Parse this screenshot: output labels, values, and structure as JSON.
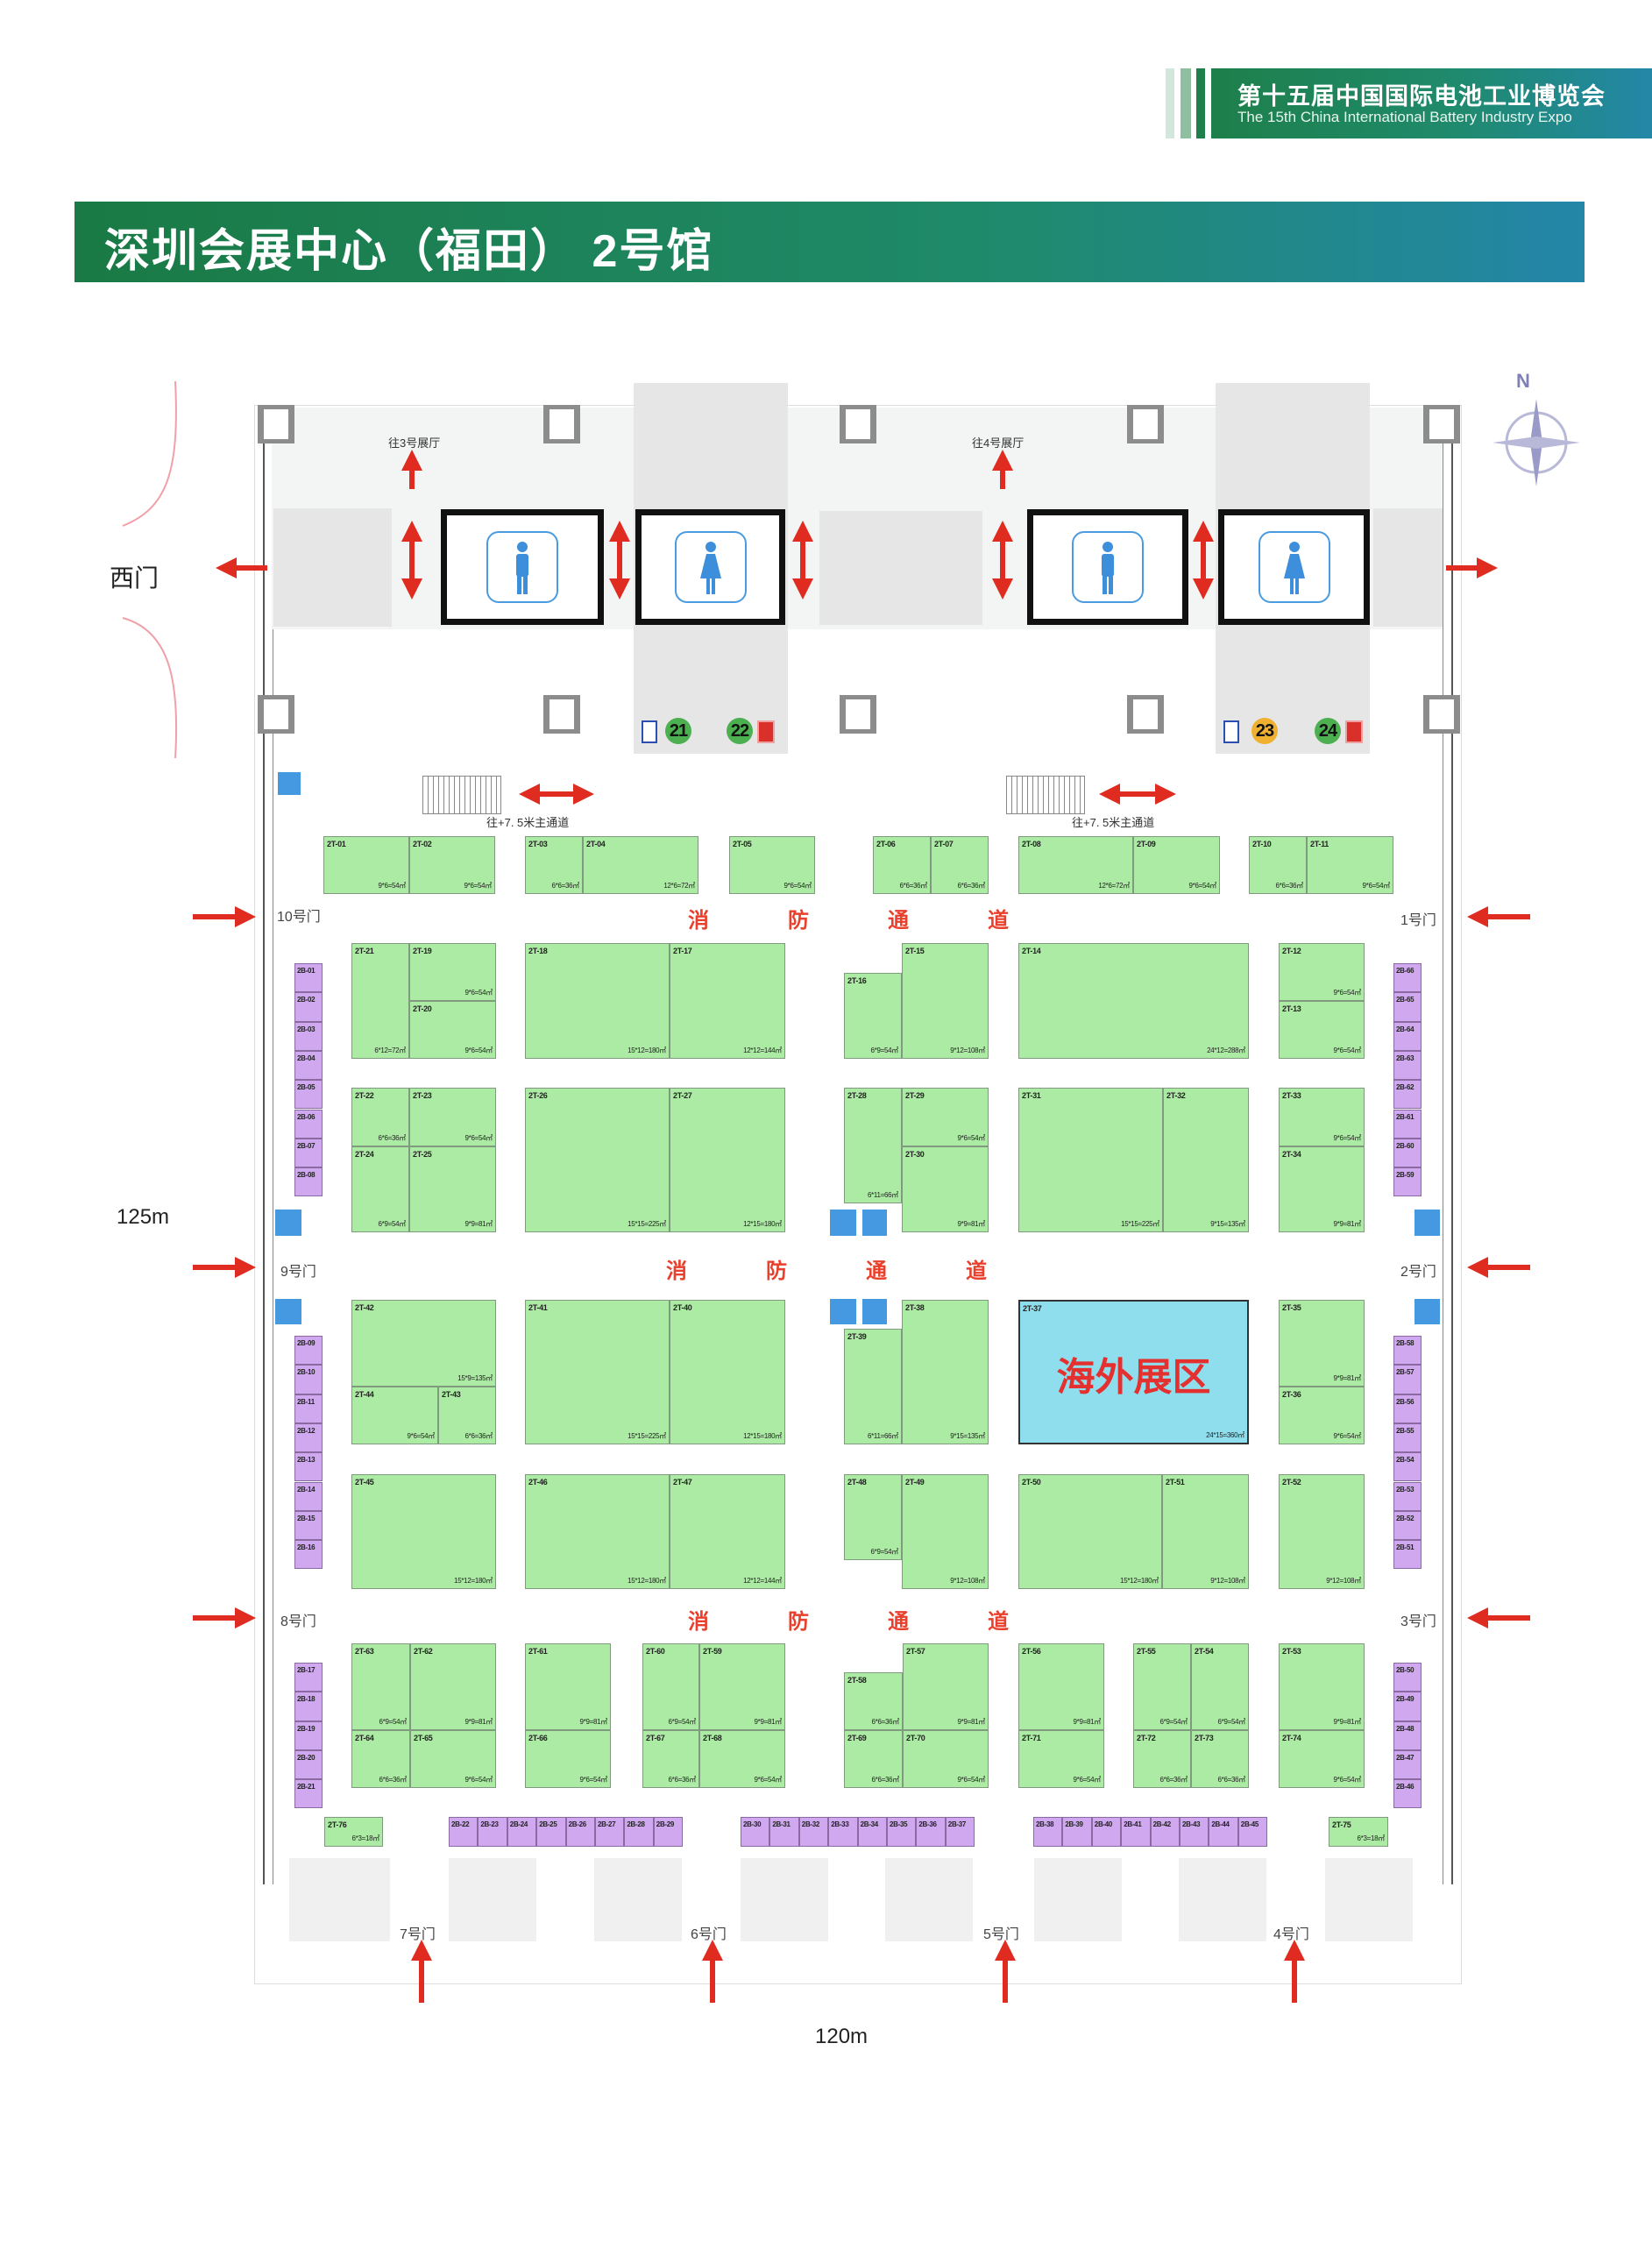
{
  "expo": {
    "name_cn": "第十五届中国国际电池工业博览会",
    "name_en": "The 15th China International Battery Industry Expo"
  },
  "title": "深圳会展中心（福田）  2号馆",
  "map": {
    "to_hall3": "往3号展厅",
    "to_hall4": "往4号展厅",
    "west_gate": "西门",
    "main_passage": "往+7. 5米主通道",
    "fire_lane": "消防通道",
    "overseas_zone": "海外展区",
    "width_label": "120m",
    "height_label": "125m",
    "compass": "N",
    "facilities": [
      "21",
      "22",
      "23",
      "24"
    ],
    "doors": {
      "d1": "1号门",
      "d2": "2号门",
      "d3": "3号门",
      "d4": "4号门",
      "d5": "5号门",
      "d6": "6号门",
      "d7": "7号门",
      "d8": "8号门",
      "d9": "9号门",
      "d10": "10号门"
    },
    "colors": {
      "standard_booth": "#abeba3",
      "b_booth": "#cfa8f0",
      "overseas": "#8fdeed",
      "arrow": "#e02b20",
      "facility_green": "#4caf50",
      "facility_orange": "#f0b030"
    }
  },
  "booths": [
    {
      "id": "2T-01",
      "size": "9*6=54㎡"
    },
    {
      "id": "2T-02",
      "size": "9*6=54㎡"
    },
    {
      "id": "2T-03",
      "size": "6*6=36㎡"
    },
    {
      "id": "2T-04",
      "size": "12*6=72㎡"
    },
    {
      "id": "2T-05",
      "size": "9*6=54㎡"
    },
    {
      "id": "2T-06",
      "size": "6*6=36㎡"
    },
    {
      "id": "2T-07",
      "size": "6*6=36㎡"
    },
    {
      "id": "2T-08",
      "size": "12*6=72㎡"
    },
    {
      "id": "2T-09",
      "size": "9*6=54㎡"
    },
    {
      "id": "2T-10",
      "size": "6*6=36㎡"
    },
    {
      "id": "2T-11",
      "size": "9*6=54㎡"
    },
    {
      "id": "2T-12",
      "size": "9*6=54㎡"
    },
    {
      "id": "2T-13",
      "size": "9*6=54㎡"
    },
    {
      "id": "2T-14",
      "size": "24*12=288㎡"
    },
    {
      "id": "2T-15",
      "size": "9*12=108㎡"
    },
    {
      "id": "2T-16",
      "size": "6*9=54㎡"
    },
    {
      "id": "2T-17",
      "size": "12*12=144㎡"
    },
    {
      "id": "2T-18",
      "size": "15*12=180㎡"
    },
    {
      "id": "2T-19",
      "size": "9*6=54㎡"
    },
    {
      "id": "2T-20",
      "size": "9*6=54㎡"
    },
    {
      "id": "2T-21",
      "size": "6*12=72㎡"
    },
    {
      "id": "2T-22",
      "size": "6*6=36㎡"
    },
    {
      "id": "2T-23",
      "size": "9*6=54㎡"
    },
    {
      "id": "2T-24",
      "size": "6*9=54㎡"
    },
    {
      "id": "2T-25",
      "size": "9*9=81㎡"
    },
    {
      "id": "2T-26",
      "size": "15*15=225㎡"
    },
    {
      "id": "2T-27",
      "size": "12*15=180㎡"
    },
    {
      "id": "2T-28",
      "size": "6*11=66㎡"
    },
    {
      "id": "2T-29",
      "size": "9*6=54㎡"
    },
    {
      "id": "2T-30",
      "size": "9*9=81㎡"
    },
    {
      "id": "2T-31",
      "size": "15*15=225㎡"
    },
    {
      "id": "2T-32",
      "size": "9*15=135㎡"
    },
    {
      "id": "2T-33",
      "size": "9*6=54㎡"
    },
    {
      "id": "2T-34",
      "size": "9*9=81㎡"
    },
    {
      "id": "2T-35",
      "size": "9*9=81㎡"
    },
    {
      "id": "2T-36",
      "size": "9*6=54㎡"
    },
    {
      "id": "2T-37",
      "size": "24*15=360㎡"
    },
    {
      "id": "2T-38",
      "size": "9*15=135㎡"
    },
    {
      "id": "2T-39",
      "size": "6*11=66㎡"
    },
    {
      "id": "2T-40",
      "size": "12*15=180㎡"
    },
    {
      "id": "2T-41",
      "size": "15*15=225㎡"
    },
    {
      "id": "2T-42",
      "size": "15*9=135㎡"
    },
    {
      "id": "2T-43",
      "size": "6*6=36㎡"
    },
    {
      "id": "2T-44",
      "size": "9*6=54㎡"
    },
    {
      "id": "2T-45",
      "size": "15*12=180㎡"
    },
    {
      "id": "2T-46",
      "size": "15*12=180㎡"
    },
    {
      "id": "2T-47",
      "size": "12*12=144㎡"
    },
    {
      "id": "2T-48",
      "size": "6*9=54㎡"
    },
    {
      "id": "2T-49",
      "size": "9*12=108㎡"
    },
    {
      "id": "2T-50",
      "size": "15*12=180㎡"
    },
    {
      "id": "2T-51",
      "size": "9*12=108㎡"
    },
    {
      "id": "2T-52",
      "size": "9*12=108㎡"
    },
    {
      "id": "2T-53",
      "size": "9*9=81㎡"
    },
    {
      "id": "2T-54",
      "size": "6*9=54㎡"
    },
    {
      "id": "2T-55",
      "size": "6*9=54㎡"
    },
    {
      "id": "2T-56",
      "size": "9*9=81㎡"
    },
    {
      "id": "2T-57",
      "size": "9*9=81㎡"
    },
    {
      "id": "2T-58",
      "size": "6*6=36㎡"
    },
    {
      "id": "2T-59",
      "size": "9*9=81㎡"
    },
    {
      "id": "2T-60",
      "size": "6*9=54㎡"
    },
    {
      "id": "2T-61",
      "size": "9*9=81㎡"
    },
    {
      "id": "2T-62",
      "size": "9*9=81㎡"
    },
    {
      "id": "2T-63",
      "size": "6*9=54㎡"
    },
    {
      "id": "2T-64",
      "size": "6*6=36㎡"
    },
    {
      "id": "2T-65",
      "size": "9*6=54㎡"
    },
    {
      "id": "2T-66",
      "size": "9*6=54㎡"
    },
    {
      "id": "2T-67",
      "size": "6*6=36㎡"
    },
    {
      "id": "2T-68",
      "size": "9*6=54㎡"
    },
    {
      "id": "2T-69",
      "size": "6*6=36㎡"
    },
    {
      "id": "2T-70",
      "size": "9*6=54㎡"
    },
    {
      "id": "2T-71",
      "size": "9*6=54㎡"
    },
    {
      "id": "2T-72",
      "size": "6*6=36㎡"
    },
    {
      "id": "2T-73",
      "size": "6*6=36㎡"
    },
    {
      "id": "2T-74",
      "size": "9*6=54㎡"
    },
    {
      "id": "2T-75",
      "size": "6*3=18㎡"
    },
    {
      "id": "2T-76",
      "size": "6*3=18㎡"
    }
  ],
  "b_booths": {
    "left_1": [
      "2B-01",
      "2B-02",
      "2B-03",
      "2B-04",
      "2B-05",
      "2B-06",
      "2B-07",
      "2B-08"
    ],
    "left_2": [
      "2B-09",
      "2B-10",
      "2B-11",
      "2B-12",
      "2B-13",
      "2B-14",
      "2B-15",
      "2B-16"
    ],
    "left_3": [
      "2B-17",
      "2B-18",
      "2B-19",
      "2B-20",
      "2B-21"
    ],
    "bottom_1": [
      "2B-22",
      "2B-23",
      "2B-24",
      "2B-25",
      "2B-26",
      "2B-27",
      "2B-28",
      "2B-29"
    ],
    "bottom_2": [
      "2B-30",
      "2B-31",
      "2B-32",
      "2B-33",
      "2B-34",
      "2B-35",
      "2B-36",
      "2B-37"
    ],
    "bottom_3": [
      "2B-38",
      "2B-39",
      "2B-40",
      "2B-41",
      "2B-42",
      "2B-43",
      "2B-44",
      "2B-45"
    ],
    "right_3": [
      "2B-50",
      "2B-49",
      "2B-48",
      "2B-47",
      "2B-46"
    ],
    "right_2": [
      "2B-58",
      "2B-57",
      "2B-56",
      "2B-55",
      "2B-54",
      "2B-53",
      "2B-52",
      "2B-51"
    ],
    "right_1": [
      "2B-66",
      "2B-65",
      "2B-64",
      "2B-63",
      "2B-62",
      "2B-61",
      "2B-60",
      "2B-59"
    ]
  }
}
